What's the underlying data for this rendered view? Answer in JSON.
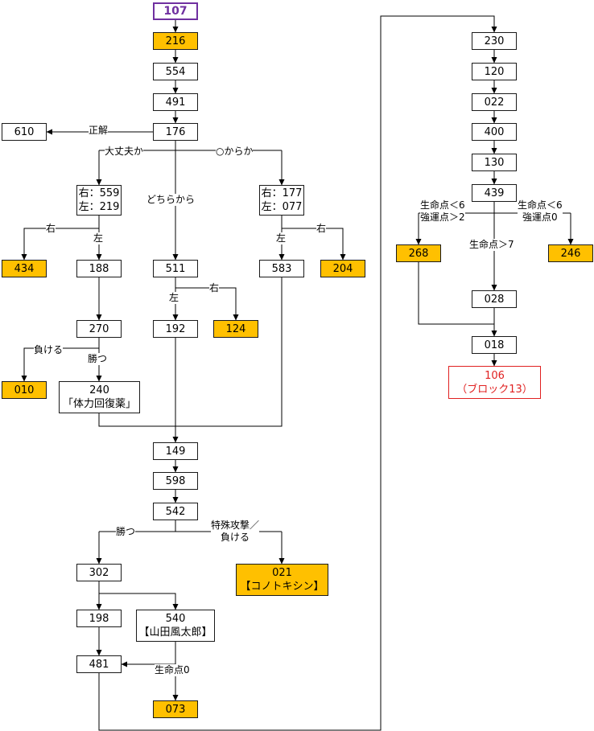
{
  "colors": {
    "highlight": "#FFC000",
    "start_border": "#7030A0",
    "end_text": "#E02020",
    "line": "#000000"
  },
  "nodes": {
    "n107": [
      "107"
    ],
    "n216": [
      "216"
    ],
    "n554": [
      "554"
    ],
    "n491": [
      "491"
    ],
    "n176": [
      "176"
    ],
    "n610": [
      "610"
    ],
    "nL": [
      "右：559",
      "左：219"
    ],
    "nR": [
      "右：177",
      "左：077"
    ],
    "n434": [
      "434"
    ],
    "n188": [
      "188"
    ],
    "n511": [
      "511"
    ],
    "n583": [
      "583"
    ],
    "n204": [
      "204"
    ],
    "n270": [
      "270"
    ],
    "n192": [
      "192"
    ],
    "n124": [
      "124"
    ],
    "n010": [
      "010"
    ],
    "n240": [
      "240",
      "「体力回復薬」"
    ],
    "n149": [
      "149"
    ],
    "n598": [
      "598"
    ],
    "n542": [
      "542"
    ],
    "n302": [
      "302"
    ],
    "n021": [
      "021",
      "【コノトキシン】"
    ],
    "n198": [
      "198"
    ],
    "n540": [
      "540",
      "【山田風太郎】"
    ],
    "n481": [
      "481"
    ],
    "n073": [
      "073"
    ],
    "n230": [
      "230"
    ],
    "n120": [
      "120"
    ],
    "n022": [
      "022"
    ],
    "n400": [
      "400"
    ],
    "n130": [
      "130"
    ],
    "n439": [
      "439"
    ],
    "n268": [
      "268"
    ],
    "n246": [
      "246"
    ],
    "n028": [
      "028"
    ],
    "n018": [
      "018"
    ],
    "n106": [
      "106",
      "（ブロック13）"
    ]
  },
  "labels": {
    "seikai": [
      "正解"
    ],
    "daijoubu": [
      "大丈夫か"
    ],
    "karaka": [
      "○からか"
    ],
    "dochira": [
      "どちらから"
    ],
    "migiL": [
      "右"
    ],
    "hidariL": [
      "左"
    ],
    "hidariR": [
      "左"
    ],
    "migiR": [
      "右"
    ],
    "migi511": [
      "右"
    ],
    "hidari511": [
      "左"
    ],
    "makeru270": [
      "負ける"
    ],
    "katsu270": [
      "勝つ"
    ],
    "katsu542": [
      "勝つ"
    ],
    "tokushu": [
      "特殊攻撃／",
      "負ける"
    ],
    "hp0": [
      "生命点0"
    ],
    "hpL": [
      "生命点＜6",
      "強運点＞2"
    ],
    "hpR": [
      "生命点＜6",
      "強運点0"
    ],
    "hpM": [
      "生命点＞7"
    ]
  }
}
